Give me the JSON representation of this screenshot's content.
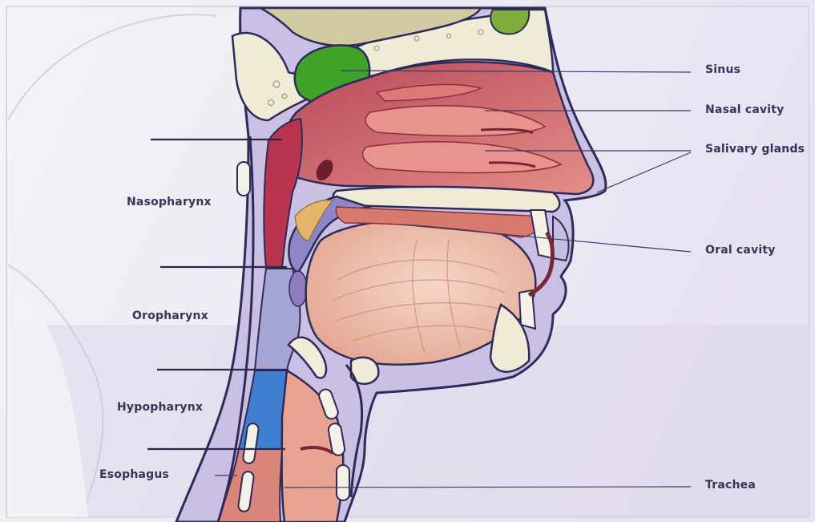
{
  "labels": {
    "sinus": "Sinus",
    "nasal_cavity": "Nasal cavity",
    "salivary_glands": "Salivary glands",
    "oral_cavity": "Oral cavity",
    "trachea": "Trachea",
    "nasopharynx": "Nasopharynx",
    "oropharynx": "Oropharynx",
    "hypopharynx": "Hypopharynx",
    "esophagus": "Esophagus"
  },
  "colors": {
    "background": "#eeeaf5",
    "label_text": "#35355a",
    "sinus": "#3fa32a",
    "nasal_cavity": "#c85a66",
    "nasopharynx_band": "#b9344c",
    "oropharynx_band": "#a5a5d4",
    "hypopharynx_band": "#3f7fd0",
    "esophagus": "#d9857a",
    "bone": "#efebd6",
    "outline": "#2e2a5a"
  }
}
